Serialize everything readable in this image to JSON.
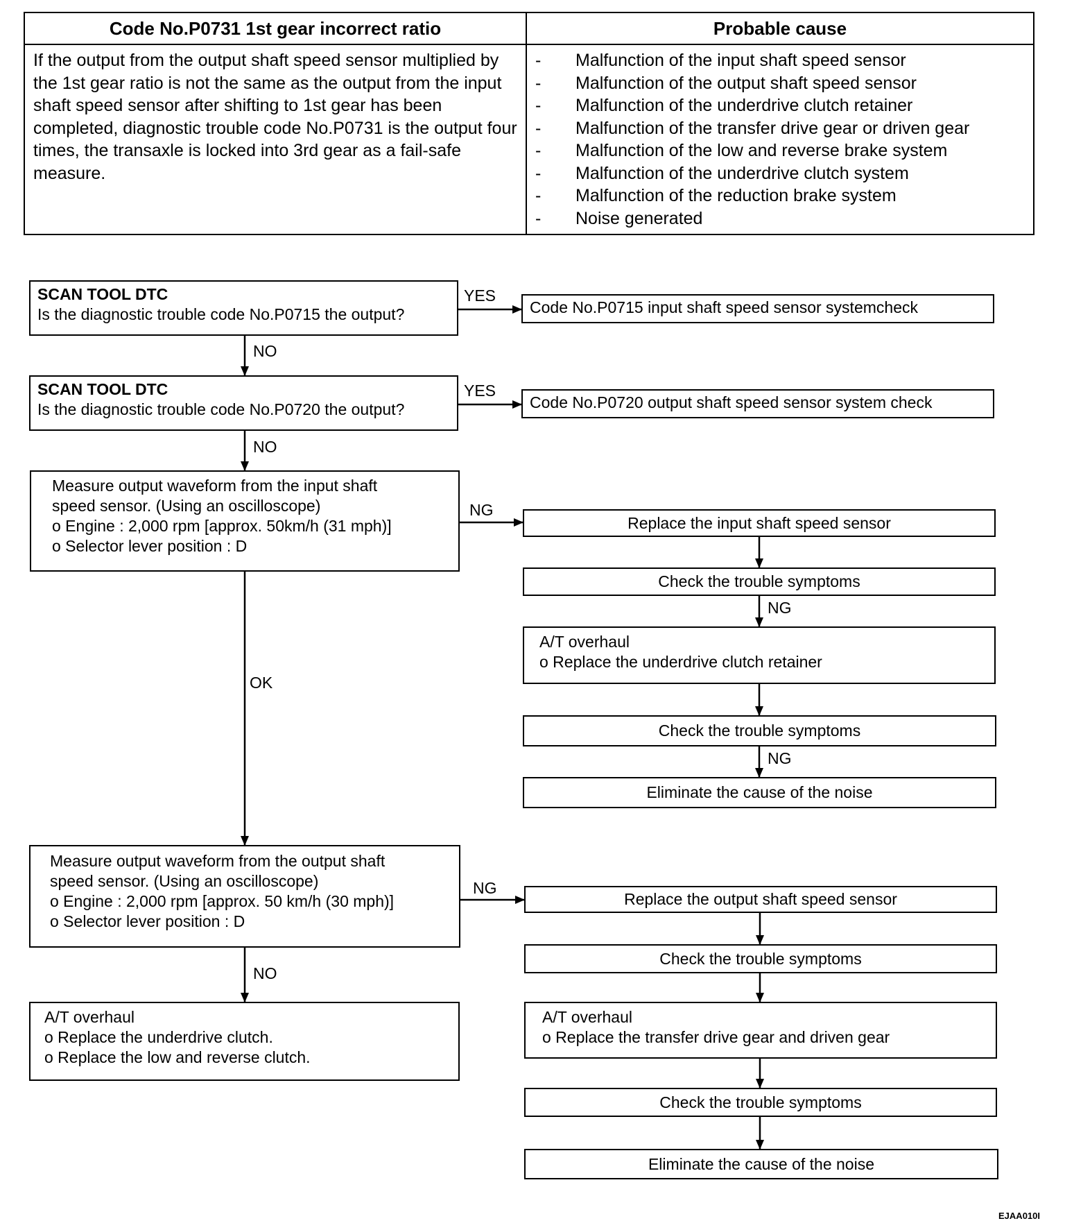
{
  "table": {
    "left_header": "Code No.P0731 1st gear incorrect ratio",
    "right_header": "Probable cause",
    "description_lines": [
      "If the output from the output shaft speed sensor multiplied",
      "by the 1st gear ratio is not the same as the output",
      "from the input shaft speed sensor after shifting to 1st",
      "gear has been completed, diagnostic trouble code",
      "No.P0731 is the output four times, the transaxle is",
      "locked into 3rd gear as a fail-safe measure."
    ],
    "bullet": "-",
    "causes": [
      "Malfunction of the input shaft speed sensor",
      "Malfunction of the output shaft speed sensor",
      "Malfunction of the underdrive clutch retainer",
      "Malfunction of the transfer drive gear or driven gear",
      "Malfunction of the low and reverse brake system",
      "Malfunction of the underdrive clutch system",
      "Malfunction of the reduction brake system",
      "Noise generated"
    ]
  },
  "flow": {
    "scan1": {
      "title": "SCAN TOOL DTC",
      "question": "Is the diagnostic trouble code No.P0715 the output?"
    },
    "scan1_yes": "Code No.P0715 input shaft speed sensor systemcheck",
    "scan2": {
      "title": "SCAN TOOL DTC",
      "question": "Is the diagnostic trouble code No.P0720 the output?"
    },
    "scan2_yes": "Code No.P0720 output shaft speed sensor system check",
    "measure_input": [
      "Measure output waveform from the input shaft",
      "speed sensor. (Using an oscilloscope)",
      "o Engine : 2,000 rpm [approx. 50km/h (31 mph)]",
      "o Selector lever position : D"
    ],
    "input_ng": {
      "replace": "Replace the input shaft speed sensor",
      "check1": "Check the trouble symptoms",
      "overhaul": [
        "A/T overhaul",
        "o Replace the underdrive clutch retainer"
      ],
      "check2": "Check the trouble symptoms",
      "eliminate": "Eliminate the cause of the noise"
    },
    "measure_output": [
      "Measure output waveform from the output shaft",
      "speed sensor. (Using an oscilloscope)",
      "o Engine : 2,000 rpm [approx. 50 km/h (30 mph)]",
      "o Selector lever position : D"
    ],
    "output_ng": {
      "replace": "Replace the output shaft speed sensor",
      "check1": "Check the trouble symptoms",
      "overhaul": [
        "A/T overhaul",
        "o Replace the transfer drive gear and driven gear"
      ],
      "check2": "Check the trouble symptoms",
      "eliminate": "Eliminate the cause of the noise"
    },
    "final_overhaul": [
      "A/T overhaul",
      "o Replace the underdrive clutch.",
      "o Replace the low and reverse clutch."
    ],
    "labels": {
      "yes": "YES",
      "no": "NO",
      "ng": "NG",
      "ok": "OK"
    }
  },
  "figure_id": "EJAA010I"
}
